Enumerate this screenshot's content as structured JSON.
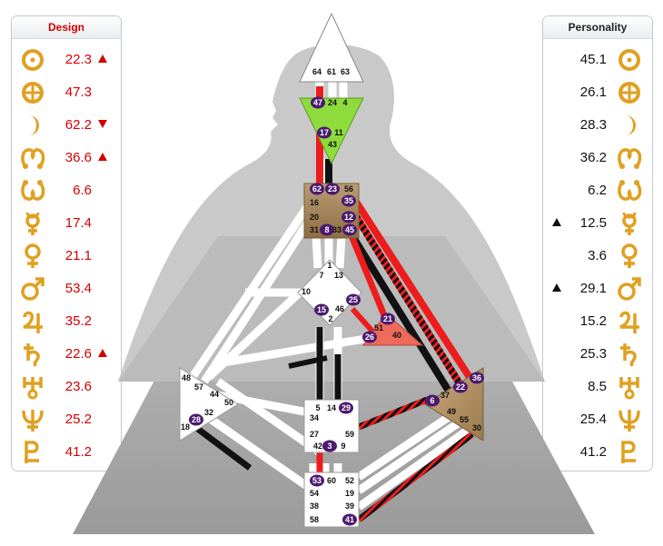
{
  "design": {
    "title": "Design",
    "rows": [
      {
        "planet": "sun-icon",
        "value": "22.3",
        "arrow": "up"
      },
      {
        "planet": "earth-icon",
        "value": "47.3",
        "arrow": ""
      },
      {
        "planet": "moon-icon",
        "value": "62.2",
        "arrow": "down"
      },
      {
        "planet": "north-node-icon",
        "value": "36.6",
        "arrow": "up"
      },
      {
        "planet": "south-node-icon",
        "value": "6.6",
        "arrow": ""
      },
      {
        "planet": "mercury-icon",
        "value": "17.4",
        "arrow": ""
      },
      {
        "planet": "venus-icon",
        "value": "21.1",
        "arrow": ""
      },
      {
        "planet": "mars-icon",
        "value": "53.4",
        "arrow": ""
      },
      {
        "planet": "jupiter-icon",
        "value": "35.2",
        "arrow": ""
      },
      {
        "planet": "saturn-icon",
        "value": "22.6",
        "arrow": "up"
      },
      {
        "planet": "uranus-icon",
        "value": "23.6",
        "arrow": ""
      },
      {
        "planet": "neptune-icon",
        "value": "25.2",
        "arrow": ""
      },
      {
        "planet": "pluto-icon",
        "value": "41.2",
        "arrow": ""
      }
    ]
  },
  "personality": {
    "title": "Personality",
    "rows": [
      {
        "planet": "sun-icon",
        "value": "45.1",
        "arrow": ""
      },
      {
        "planet": "earth-icon",
        "value": "26.1",
        "arrow": ""
      },
      {
        "planet": "moon-icon",
        "value": "28.3",
        "arrow": ""
      },
      {
        "planet": "north-node-icon",
        "value": "36.2",
        "arrow": ""
      },
      {
        "planet": "south-node-icon",
        "value": "6.2",
        "arrow": ""
      },
      {
        "planet": "mercury-icon",
        "value": "12.5",
        "arrow": "up"
      },
      {
        "planet": "venus-icon",
        "value": "3.6",
        "arrow": ""
      },
      {
        "planet": "mars-icon",
        "value": "29.1",
        "arrow": "up"
      },
      {
        "planet": "jupiter-icon",
        "value": "15.2",
        "arrow": ""
      },
      {
        "planet": "saturn-icon",
        "value": "25.3",
        "arrow": ""
      },
      {
        "planet": "uranus-icon",
        "value": "8.5",
        "arrow": ""
      },
      {
        "planet": "neptune-icon",
        "value": "25.4",
        "arrow": ""
      },
      {
        "planet": "pluto-icon",
        "value": "41.2",
        "arrow": ""
      }
    ]
  },
  "colors": {
    "design_red": "#d40000",
    "gold_glyph": "#e0a020",
    "defined_channel": "#ee1c1c",
    "defined_black": "#111111",
    "ajna_green": "#8ddc3c",
    "solar_plexus_brown": "#b08a5a",
    "spleen_brown": "#b08a5a",
    "ego_red": "#ee6a5a",
    "activated_gate_purple": "#4b1a6e",
    "undefined_white": "#ffffff"
  },
  "bodygraph": {
    "centers": {
      "head": {
        "gates": [
          "64",
          "61",
          "63"
        ]
      },
      "ajna": {
        "gates": [
          "47",
          "24",
          "4",
          "17",
          "11",
          "43"
        ]
      },
      "throat": {
        "gates": [
          "62",
          "23",
          "56",
          "16",
          "35",
          "20",
          "12",
          "31",
          "8",
          "33",
          "45"
        ]
      },
      "g": {
        "gates": [
          "1",
          "7",
          "13",
          "10",
          "25",
          "46",
          "15",
          "2"
        ]
      },
      "ego": {
        "gates": [
          "21",
          "51",
          "26",
          "40"
        ]
      },
      "spleen": {
        "gates": [
          "48",
          "57",
          "44",
          "50",
          "32",
          "28",
          "18"
        ]
      },
      "solar_plexus": {
        "gates": [
          "36",
          "22",
          "37",
          "6",
          "49",
          "55",
          "30"
        ]
      },
      "sacral": {
        "gates": [
          "5",
          "14",
          "29",
          "34",
          "27",
          "59",
          "42",
          "3",
          "9"
        ]
      },
      "root": {
        "gates": [
          "53",
          "60",
          "52",
          "54",
          "19",
          "38",
          "39",
          "58",
          "41"
        ]
      }
    },
    "activated_gates": [
      "47",
      "17",
      "62",
      "23",
      "35",
      "12",
      "8",
      "45",
      "25",
      "15",
      "21",
      "26",
      "28",
      "29",
      "3",
      "36",
      "22",
      "6",
      "53",
      "41"
    ]
  }
}
